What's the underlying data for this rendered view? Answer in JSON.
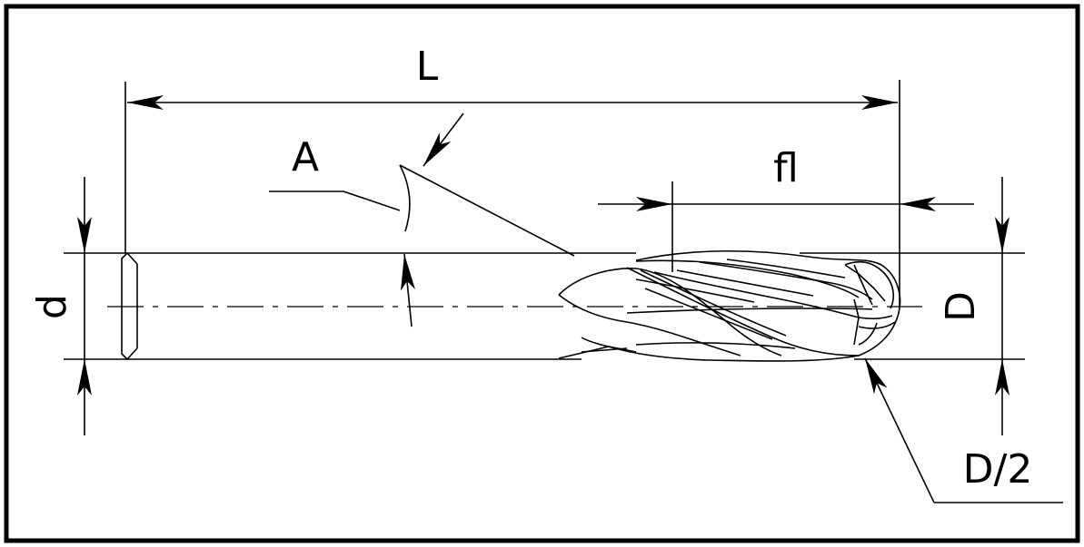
{
  "diagram": {
    "kind": "ball-nose-end-mill-dimension-drawing",
    "colors": {
      "line": "#000000",
      "background": "#ffffff"
    },
    "labels": {
      "overall_length": "L",
      "flute_length": "fl",
      "angle": "A",
      "shank_diameter": "d",
      "cutter_diameter": "D",
      "ball_radius": "D/2"
    }
  }
}
